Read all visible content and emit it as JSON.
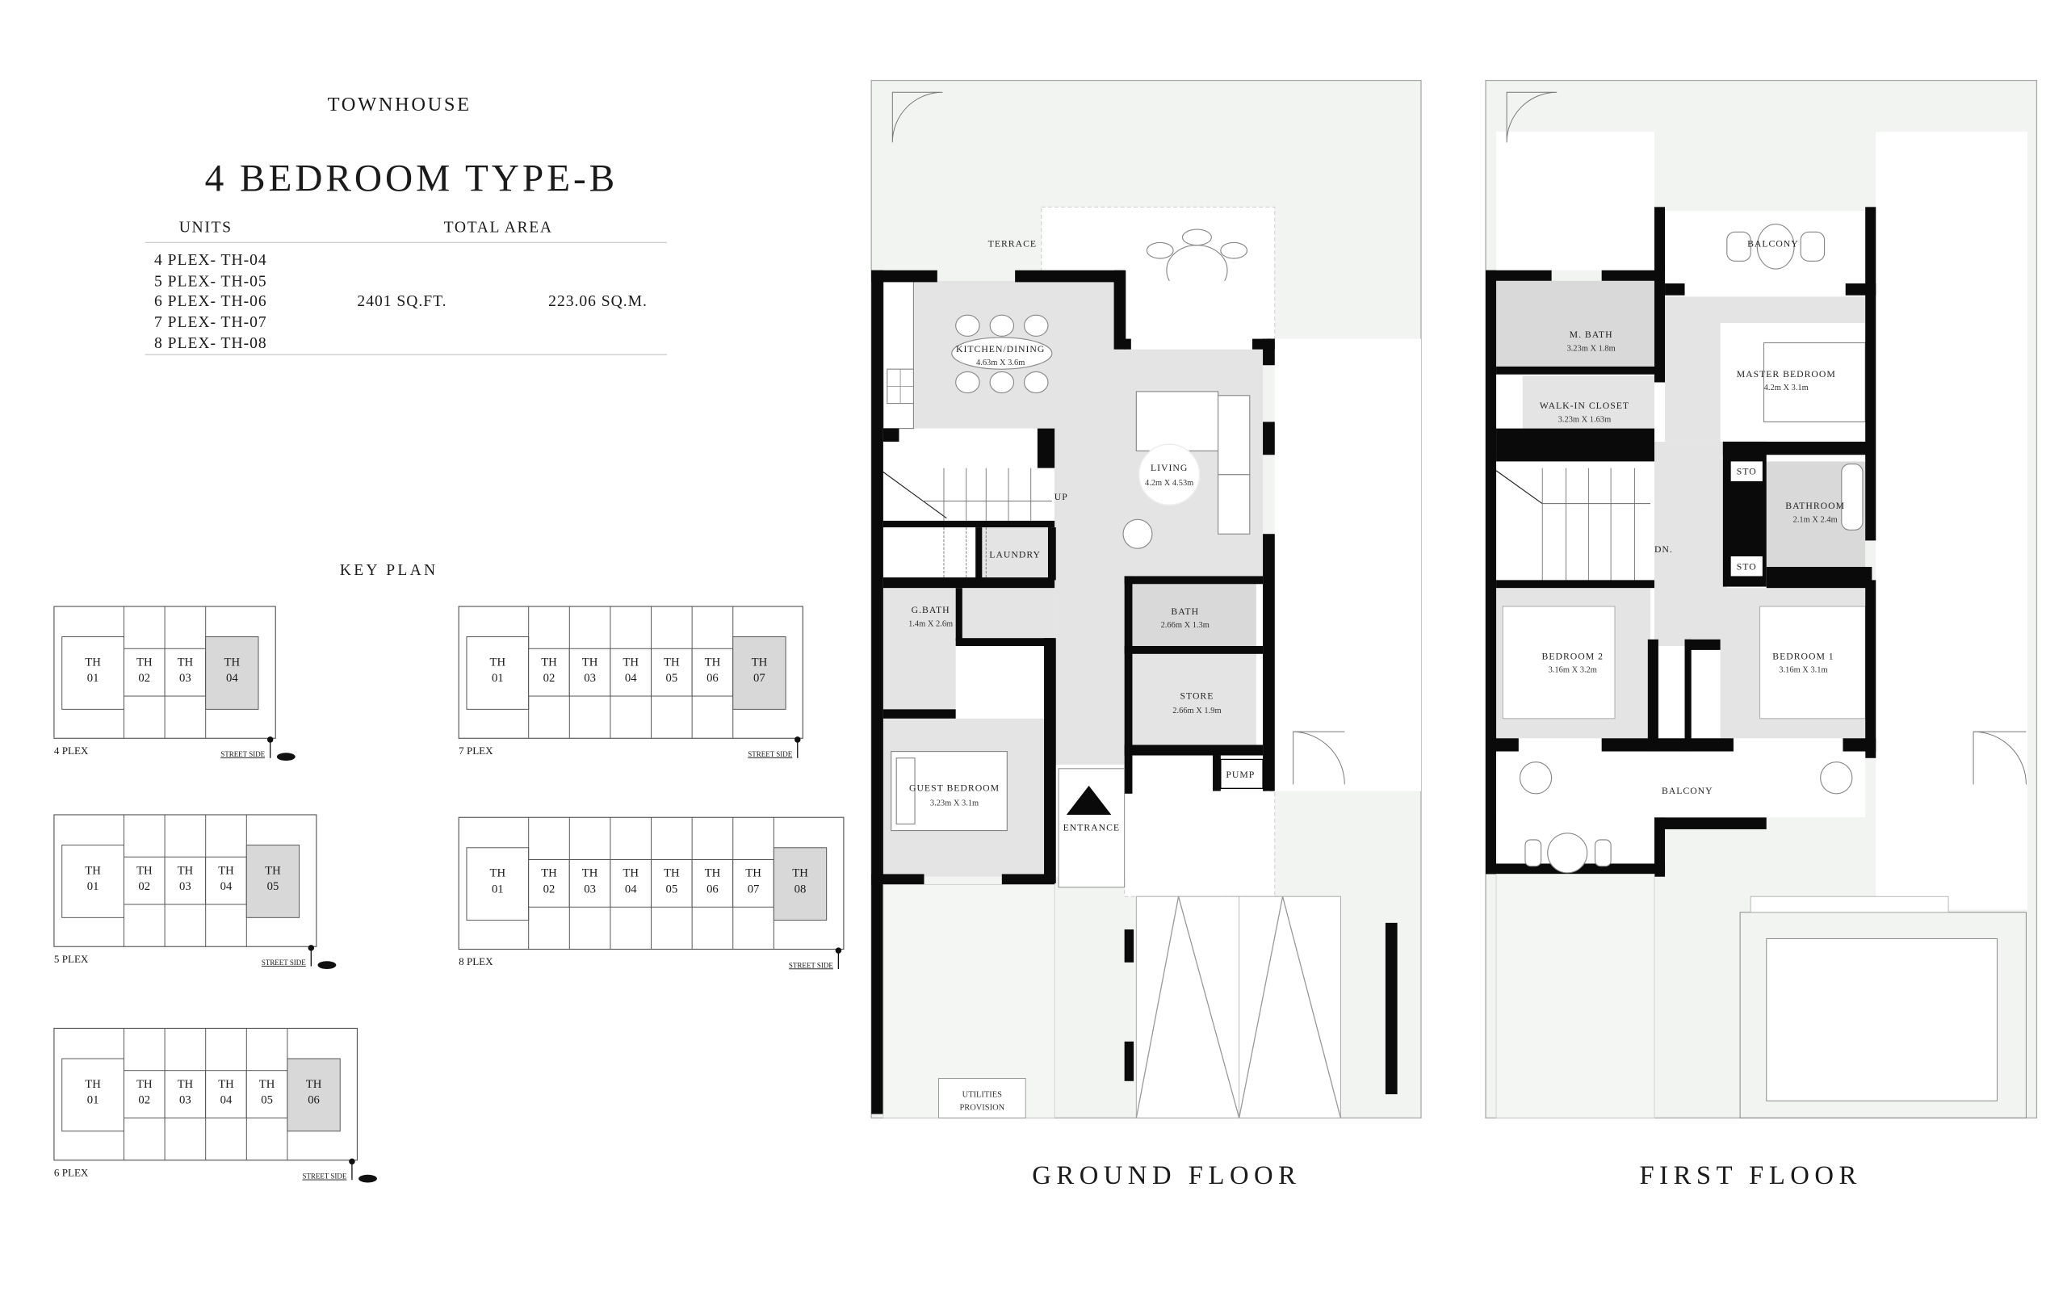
{
  "header": {
    "category": "TOWNHOUSE",
    "title": "4 BEDROOM TYPE-B"
  },
  "table": {
    "col_units": "UNITS",
    "col_area": "TOTAL AREA",
    "units": [
      "4 PLEX- TH-04",
      "5 PLEX- TH-05",
      "6 PLEX- TH-06",
      "7 PLEX- TH-07",
      "8 PLEX- TH-08"
    ],
    "area_sqft": "2401 SQ.FT.",
    "area_sqm": "223.06 SQ.M."
  },
  "key_plan": {
    "title": "KEY PLAN",
    "street_label": "STREET SIDE",
    "plexes": [
      {
        "label": "4 PLEX",
        "units": [
          "01",
          "02",
          "03",
          "04"
        ],
        "highlight": "04"
      },
      {
        "label": "7 PLEX",
        "units": [
          "01",
          "02",
          "03",
          "04",
          "05",
          "06",
          "07"
        ],
        "highlight": "07"
      },
      {
        "label": "5 PLEX",
        "units": [
          "01",
          "02",
          "03",
          "04",
          "05"
        ],
        "highlight": "05"
      },
      {
        "label": "8 PLEX",
        "units": [
          "01",
          "02",
          "03",
          "04",
          "05",
          "06",
          "07",
          "08"
        ],
        "highlight": "08"
      },
      {
        "label": "6 PLEX",
        "units": [
          "01",
          "02",
          "03",
          "04",
          "05",
          "06"
        ],
        "highlight": "06"
      }
    ],
    "unit_prefix": "TH"
  },
  "ground_floor": {
    "title": "GROUND FLOOR",
    "rooms": {
      "terrace": "TERRACE",
      "kitchen": {
        "name": "KITCHEN/DINING",
        "size": "4.63m X 3.6m"
      },
      "living": {
        "name": "LIVING",
        "size": "4.2m X 4.53m"
      },
      "laundry": "LAUNDRY",
      "gbath": {
        "name": "G.BATH",
        "size": "1.4m X 2.6m"
      },
      "bath": {
        "name": "BATH",
        "size": "2.66m X 1.3m"
      },
      "store": {
        "name": "STORE",
        "size": "2.66m X 1.9m"
      },
      "guest": {
        "name": "GUEST BEDROOM",
        "size": "3.23m X 3.1m"
      },
      "pump": "PUMP",
      "entrance": "ENTRANCE",
      "up": "UP",
      "utilities": [
        "UTILITIES",
        "PROVISION"
      ]
    }
  },
  "first_floor": {
    "title": "FIRST FLOOR",
    "rooms": {
      "balcony_top": "BALCONY",
      "mbath": {
        "name": "M. BATH",
        "size": "3.23m X 1.8m"
      },
      "master": {
        "name": "MASTER BEDROOM",
        "size": "4.2m X 3.1m"
      },
      "closet": {
        "name": "WALK-IN CLOSET",
        "size": "3.23m X 1.63m"
      },
      "sto1": "STO",
      "sto2": "STO",
      "bathroom": {
        "name": "BATHROOM",
        "size": "2.1m X 2.4m"
      },
      "dn": "DN.",
      "bed2": {
        "name": "BEDROOM 2",
        "size": "3.16m X 3.2m"
      },
      "bed1": {
        "name": "BEDROOM 1",
        "size": "3.16m X 3.1m"
      },
      "balcony_bottom": "BALCONY"
    }
  },
  "colors": {
    "wall": "#0a0a0a",
    "room": "#e4e4e4",
    "highlight": "#d8d8d8",
    "yard": "#f1f4f1"
  }
}
